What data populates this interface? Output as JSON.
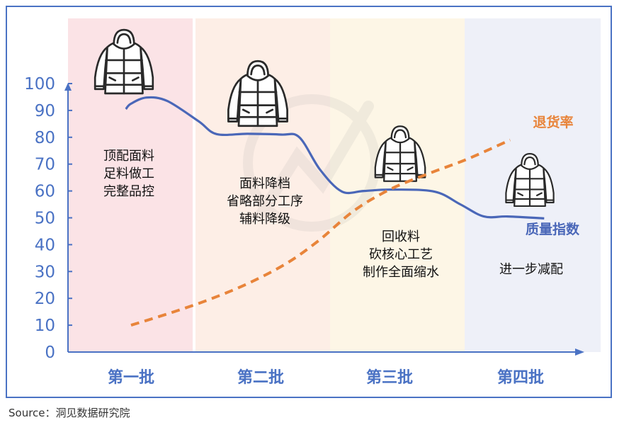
{
  "chart_data": {
    "type": "line",
    "categories": [
      "第一批",
      "第二批",
      "第三批",
      "第四批"
    ],
    "ylim": [
      0,
      100
    ],
    "yticks": [
      0,
      10,
      20,
      30,
      40,
      50,
      60,
      70,
      80,
      90,
      100
    ],
    "grid": false,
    "series": [
      {
        "name": "质量指数",
        "color": "#4a67b8",
        "style": "solid",
        "points": [
          {
            "x": -0.04,
            "y": 90.5
          },
          {
            "x": 0.0,
            "y": 92.5
          },
          {
            "x": 0.12,
            "y": 94.8
          },
          {
            "x": 0.28,
            "y": 93.5
          },
          {
            "x": 0.52,
            "y": 86.0
          },
          {
            "x": 0.66,
            "y": 81.2
          },
          {
            "x": 0.9,
            "y": 81.3
          },
          {
            "x": 1.16,
            "y": 81.0
          },
          {
            "x": 1.3,
            "y": 80.0
          },
          {
            "x": 1.46,
            "y": 68.0
          },
          {
            "x": 1.63,
            "y": 59.8
          },
          {
            "x": 1.8,
            "y": 60.0
          },
          {
            "x": 2.0,
            "y": 60.5
          },
          {
            "x": 2.34,
            "y": 59.8
          },
          {
            "x": 2.54,
            "y": 55.0
          },
          {
            "x": 2.72,
            "y": 50.5
          },
          {
            "x": 2.9,
            "y": 50.5
          },
          {
            "x": 3.18,
            "y": 49.8
          }
        ]
      },
      {
        "name": "退货率",
        "color": "#e8843a",
        "style": "dashed",
        "points": [
          {
            "x": 0.0,
            "y": 10.0
          },
          {
            "x": 0.3,
            "y": 14.5
          },
          {
            "x": 0.6,
            "y": 19.5
          },
          {
            "x": 0.9,
            "y": 25.5
          },
          {
            "x": 1.2,
            "y": 33.0
          },
          {
            "x": 1.45,
            "y": 41.5
          },
          {
            "x": 1.72,
            "y": 52.5
          },
          {
            "x": 2.0,
            "y": 60.5
          },
          {
            "x": 2.3,
            "y": 66.5
          },
          {
            "x": 2.6,
            "y": 72.0
          },
          {
            "x": 2.92,
            "y": 79.0
          }
        ]
      }
    ],
    "annotations": [
      {
        "category": 0,
        "lines": [
          "顶配面料",
          "足料做工",
          "完整品控"
        ]
      },
      {
        "category": 1,
        "lines": [
          "面料降档",
          "省略部分工序",
          "辅料降级"
        ]
      },
      {
        "category": 2,
        "lines": [
          "回收料",
          "砍核心工艺",
          "制作全面缩水"
        ]
      },
      {
        "category": 3,
        "lines": [
          "进一步减配"
        ]
      }
    ],
    "band_colors": [
      "#fbe3e6",
      "#fdeee6",
      "#fdf6e6",
      "#eef0f8"
    ],
    "axis_color": "#4a72c4",
    "icons": [
      "jacket-icon",
      "jacket-icon",
      "jacket-icon",
      "jacket-icon"
    ]
  },
  "source": "Source：洞见数据研究院"
}
